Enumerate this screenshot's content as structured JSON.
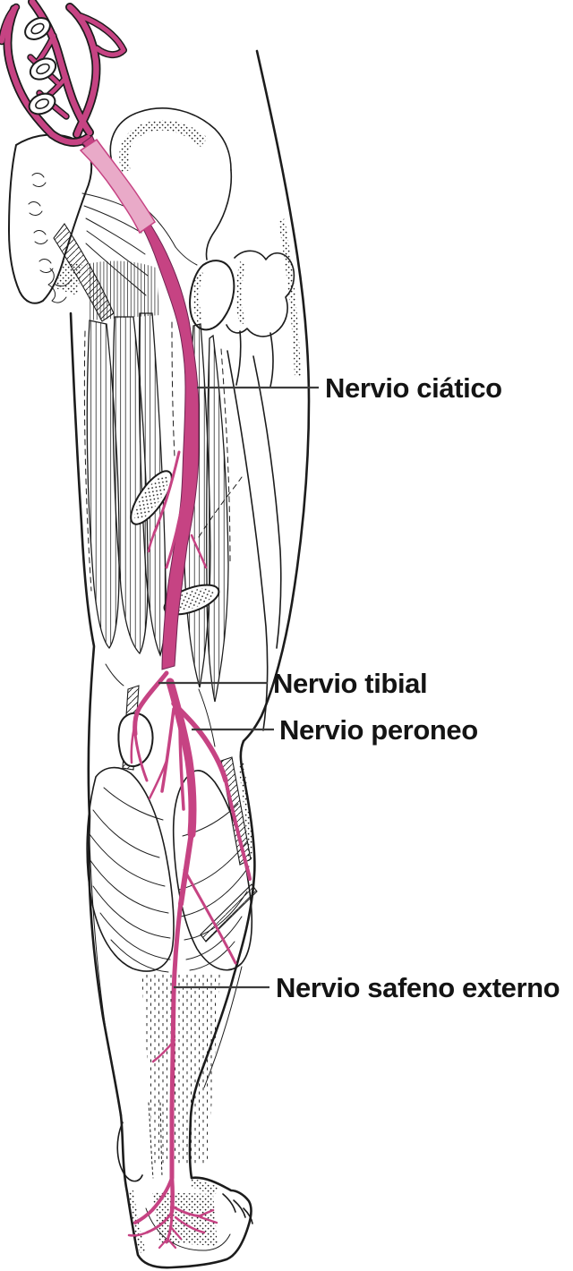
{
  "labels": {
    "ciatico": "Nervio ciático",
    "tibial": "Nervio tibial",
    "peroneo": "Nervio peroneo",
    "safeno_externo": "Nervio safeno externo"
  },
  "colors": {
    "nerve": "#c64383",
    "nerve_dark": "#6e2450",
    "nerve_light": "#e9aac8",
    "ink": "#1c1c1c",
    "leader": "#3c3c3c",
    "background": "#ffffff",
    "label_text": "#141414"
  }
}
